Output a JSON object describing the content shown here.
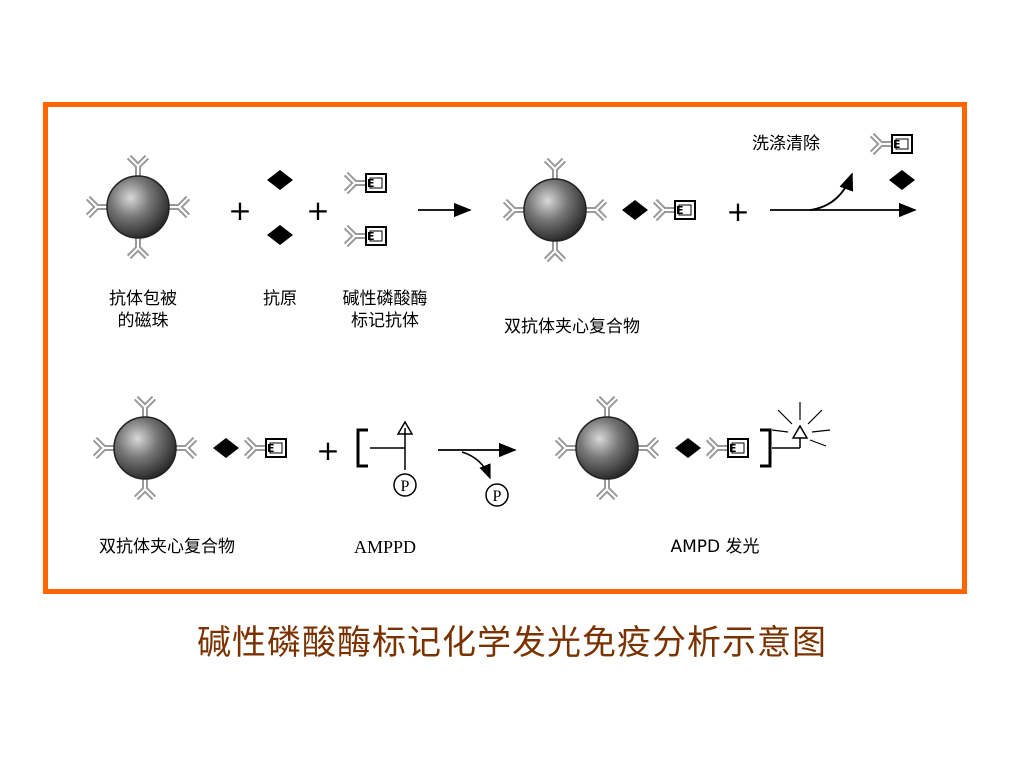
{
  "labels": {
    "coated_beads_line1": "抗体包被",
    "coated_beads_line2": "的磁珠",
    "antigen": "抗原",
    "alp_antibody_line1": "碱性磷酸酶",
    "alp_antibody_line2": "标记抗体",
    "sandwich_complex_top": "双抗体夹心复合物",
    "wash_remove": "洗涤清除",
    "sandwich_complex_bottom": "双抗体夹心复合物",
    "amppd": "AMPPD",
    "ampd_glow": "AMPD 发光"
  },
  "symbols": {
    "enzyme": "E",
    "phosphate": "P",
    "plus": "+"
  },
  "caption": "碱性磷酸酶标记化学发光免疫分析示意图",
  "colors": {
    "frame_border": "#ff6600",
    "caption_text": "#7a3300",
    "bead_fill": "#555555"
  }
}
